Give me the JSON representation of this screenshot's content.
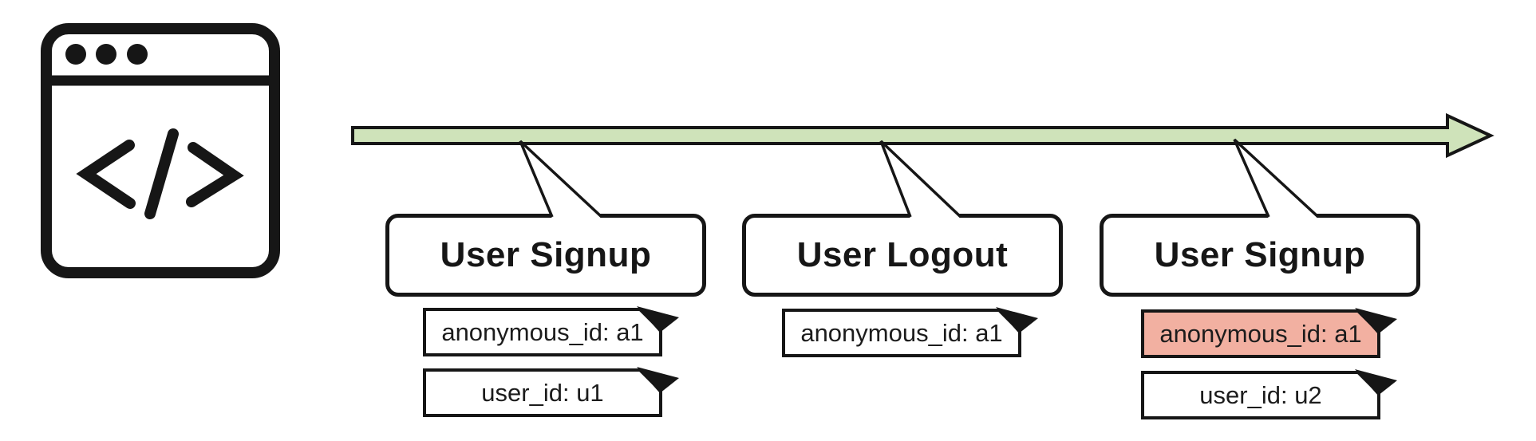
{
  "diagram": {
    "title": "user identity events timeline",
    "timeline_color": "#cfe3ba",
    "timeline_border_color": "#161616",
    "highlight_color": "#f2b0a1",
    "browser_icon": "code-browser-window-icon",
    "browser_icon_glyph": "</>",
    "events": [
      {
        "label": "User Signup",
        "attributes": [
          {
            "text": "anonymous_id: a1",
            "highlighted": false
          },
          {
            "text": "user_id: u1",
            "highlighted": false
          }
        ]
      },
      {
        "label": "User Logout",
        "attributes": [
          {
            "text": "anonymous_id: a1",
            "highlighted": false
          }
        ]
      },
      {
        "label": "User Signup",
        "attributes": [
          {
            "text": "anonymous_id: a1",
            "highlighted": true
          },
          {
            "text": "user_id: u2",
            "highlighted": false
          }
        ]
      }
    ]
  }
}
